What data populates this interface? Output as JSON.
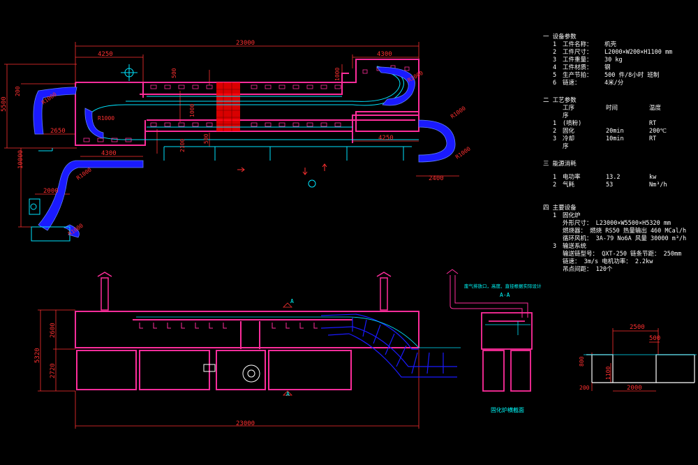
{
  "drawing": {
    "plan": {
      "dims": {
        "overall_length": "23000",
        "left_section": "4250",
        "right_section": "4300",
        "height_overall": "5500",
        "left_offset": "2650",
        "left_bottom": "4300",
        "vertical_left": "10000",
        "bottom_offset": "2000",
        "right_inner": "4250",
        "right_bottom": "2400",
        "v_1000": "1000",
        "v_500_top": "500",
        "v_1000_b": "1000",
        "v_2100": "2100",
        "v_500_mid": "500",
        "v_200": "200"
      },
      "radii": [
        "R1000",
        "R1000",
        "R1000",
        "R1000",
        "R1000",
        "R1000",
        "R1000"
      ]
    },
    "elevation": {
      "dims": {
        "overall_length": "23000",
        "height_total": "5320",
        "upper": "2600",
        "lower": "2720"
      },
      "section_marker": "A"
    },
    "section_aa": {
      "title": "A-A",
      "note": "废气排放口，高度、直径根据实际设计",
      "caption": "固化炉横截面"
    },
    "detail": {
      "width": "2500",
      "top": "500",
      "left_h": "800",
      "mid_h": "1100",
      "base": "200",
      "bottom": "2000"
    }
  },
  "notes": {
    "sections": [
      {
        "head": "一 设备参数",
        "rows": [
          [
            "1",
            "工件名称：",
            "机壳",
            ""
          ],
          [
            "2",
            "工件尺寸：",
            "L2000×W200×H1100 mm",
            ""
          ],
          [
            "3",
            "工件重量：",
            "30 kg",
            ""
          ],
          [
            "4",
            "工件材质：",
            "钢",
            ""
          ],
          [
            "5",
            "生产节拍：",
            "500 件/8小时 班制",
            ""
          ],
          [
            "6",
            "链速：",
            "4米/分",
            ""
          ]
        ]
      },
      {
        "head": "二 工艺参数",
        "rows": [
          [
            "",
            "工序",
            "时间",
            "温度"
          ],
          [
            "",
            "序",
            "",
            ""
          ],
          [
            "1",
            "(喷粉)",
            "",
            "RT"
          ],
          [
            "2",
            "固化",
            "20min",
            "200℃"
          ],
          [
            "3",
            "冷却",
            "10min",
            "RT"
          ],
          [
            "",
            "序",
            "",
            ""
          ]
        ]
      },
      {
        "head": "三 能源消耗",
        "rows": [
          [
            "1",
            "电功率",
            "13.2",
            "kw"
          ],
          [
            "2",
            "气耗",
            "53",
            "Nm³/h"
          ]
        ]
      },
      {
        "head": "四 主要设备",
        "rows": [
          [
            "1",
            "固化炉",
            "",
            ""
          ]
        ],
        "lines": [
          "外形尺寸：  L23000×W5500×H5320 mm",
          "燃烧器：  燃烧 RS50  热量输出  460 MCal/h",
          "循环风机：  3A-79 No6A  风量  30000 m³/h"
        ],
        "rows2": [
          [
            "3",
            "输送系统",
            "",
            ""
          ]
        ],
        "lines2": [
          "输送链型号： QXT-250        链条节距：  250mm",
          "链速：   3m/s          电机功率：  2.2kw",
          "吊点间距：  120个"
        ]
      }
    ]
  },
  "colors": {
    "background": "#000000",
    "oven": "#ff2d9b",
    "dimension": "#ff3030",
    "conveyor": "#00e5ff",
    "cooling_zone": "#1a1aff",
    "burner": "#ff0000",
    "text": "#ffffff"
  }
}
